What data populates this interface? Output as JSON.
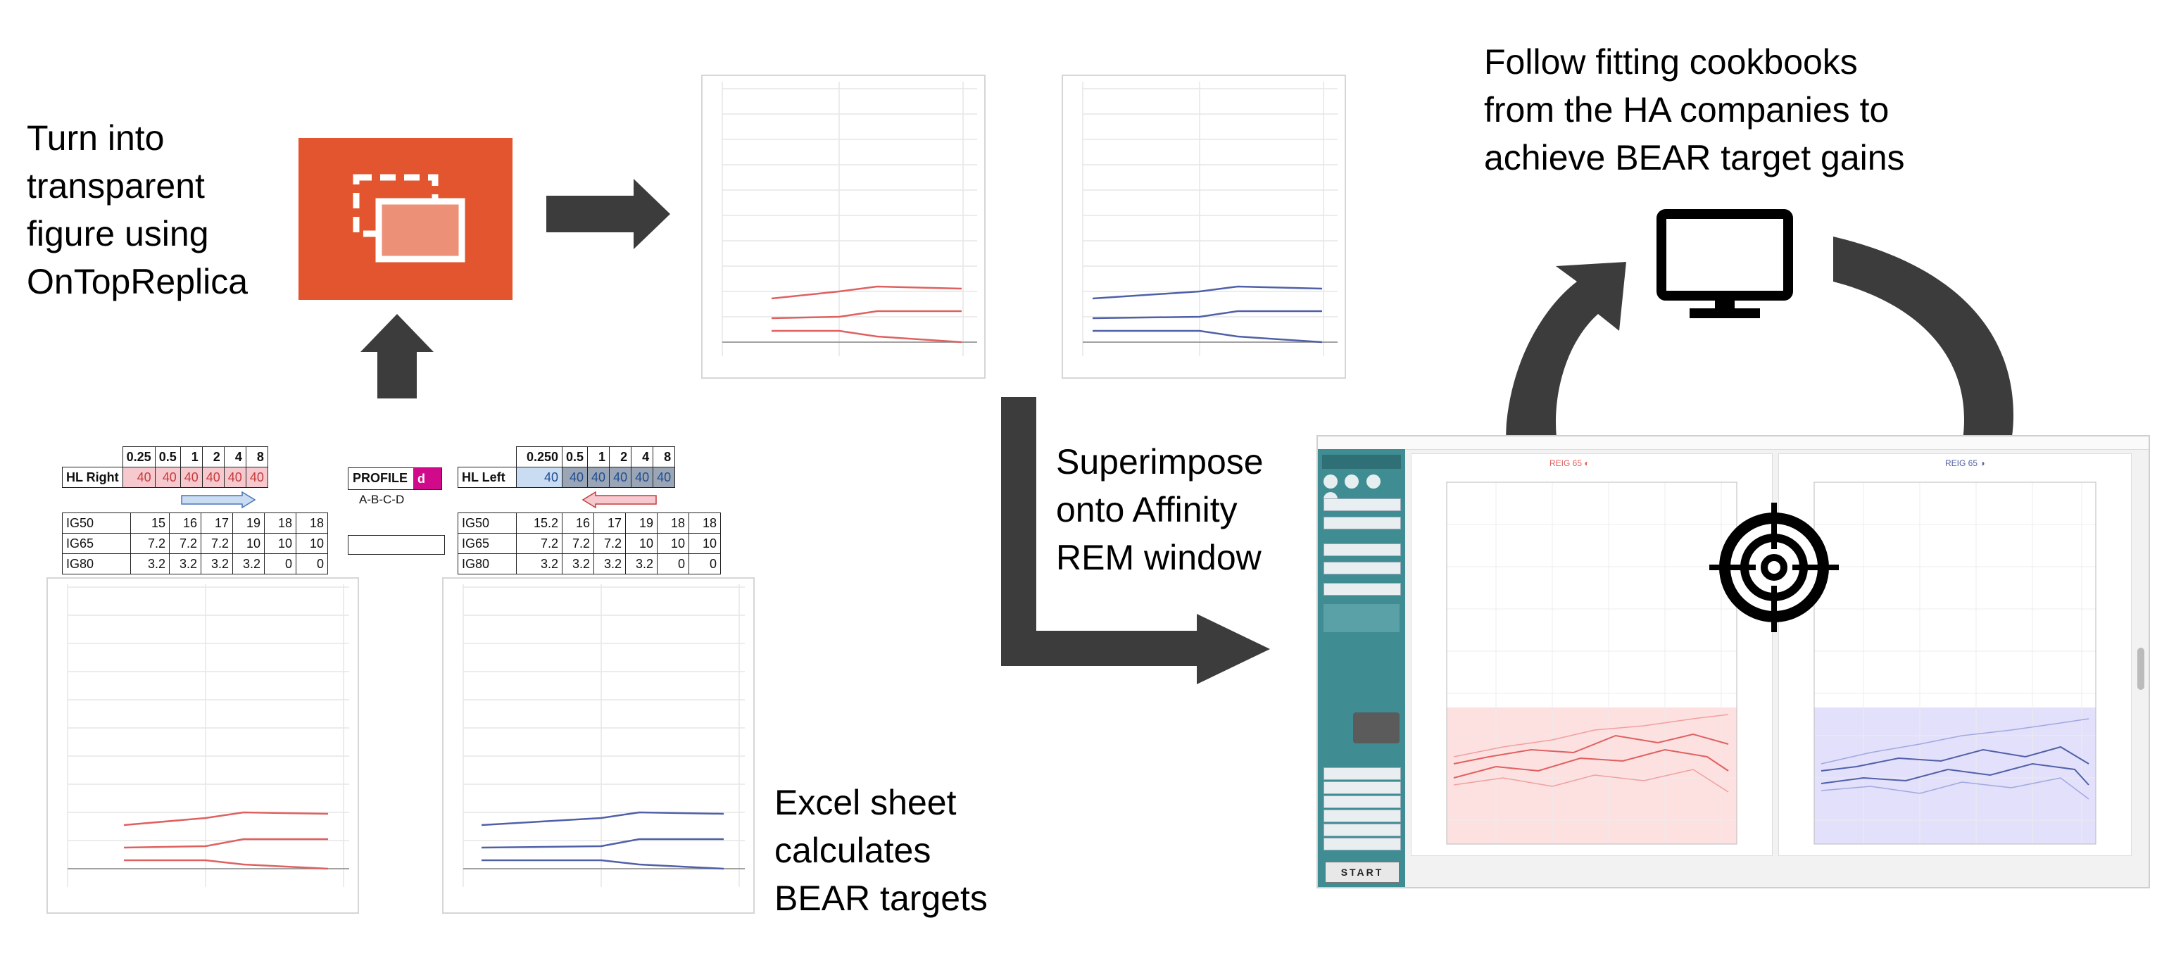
{
  "captions": {
    "turn_into": [
      "Turn into",
      "transparent",
      "figure using",
      "OnTopReplica"
    ],
    "follow": [
      "Follow fitting cookbooks",
      "from the HA companies to",
      "achieve BEAR target gains"
    ],
    "superimpose": [
      "Superimpose",
      "onto Affinity",
      "REM window"
    ],
    "excel": [
      "Excel sheet",
      "calculates",
      "BEAR targets"
    ]
  },
  "excel_sheet": {
    "right": {
      "freq_headers": [
        "0.25",
        "0.5",
        "1",
        "2",
        "4",
        "8"
      ],
      "hl_label": "HL Right",
      "hl_values": [
        "40",
        "40",
        "40",
        "40",
        "40",
        "40"
      ],
      "rows": [
        {
          "label": "IG50",
          "values": [
            "15",
            "16",
            "17",
            "19",
            "18",
            "18"
          ]
        },
        {
          "label": "IG65",
          "values": [
            "7.2",
            "7.2",
            "7.2",
            "10",
            "10",
            "10"
          ]
        },
        {
          "label": "IG80",
          "values": [
            "3.2",
            "3.2",
            "3.2",
            "3.2",
            "0",
            "0"
          ]
        }
      ]
    },
    "left": {
      "freq_headers": [
        "0.250",
        "0.5",
        "1",
        "2",
        "4",
        "8"
      ],
      "hl_label": "HL Left",
      "hl_values": [
        "40",
        "40",
        "40",
        "40",
        "40",
        "40"
      ],
      "rows": [
        {
          "label": "IG50",
          "values": [
            "15.2",
            "16",
            "17",
            "19",
            "18",
            "18"
          ]
        },
        {
          "label": "IG65",
          "values": [
            "7.2",
            "7.2",
            "7.2",
            "10",
            "10",
            "10"
          ]
        },
        {
          "label": "IG80",
          "values": [
            "3.2",
            "3.2",
            "3.2",
            "3.2",
            "0",
            "0"
          ]
        }
      ]
    },
    "profile_label": "PROFILE",
    "profile_value": "d",
    "profile_options": "A-B-C-D"
  },
  "affinity": {
    "start_label": "START",
    "right_title": "REIG 65 ◐",
    "left_title": "REIG 65 ◑"
  },
  "colors": {
    "accent_orange": "#e2552e",
    "arrow_dark": "#3c3c3c",
    "right_red": "#e06060",
    "left_blue": "#5060a8",
    "sidebar_teal": "#3f8c93"
  },
  "icons": {
    "ontopreplica": "overlapping-windows-icon",
    "monitor": "monitor-icon",
    "target": "crosshair-target-icon"
  }
}
